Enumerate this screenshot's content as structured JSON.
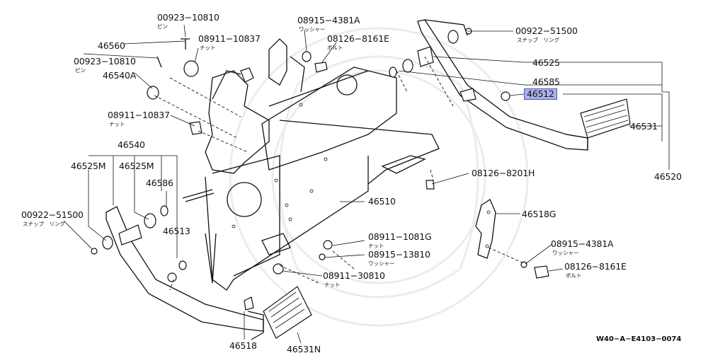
{
  "labels": {
    "pin_top": "00923−10810",
    "pin_top_sub": "ピン",
    "part_46560": "46560",
    "nut_top": "08911−10837",
    "nut_top_sub": "ナット",
    "pin_left": "00923−10810",
    "pin_left_sub": "ピン",
    "part_46540A": "46540A",
    "washer_top": "08915−4381A",
    "washer_top_sub": "ワッシャー",
    "bolt_top": "08126−8161E",
    "bolt_top_sub": "ボルト",
    "snapring_right": "00922−51500",
    "snapring_right_sub": "スナップ　リング",
    "part_46525": "46525",
    "part_46585": "46585",
    "part_46512": "46512",
    "nut_mid": "08911−10837",
    "nut_mid_sub": "ナット",
    "part_46531": "46531",
    "part_46540": "46540",
    "part_46520": "46520",
    "part_46525M_a": "46525M",
    "part_46525M_b": "46525M",
    "part_46586": "46586",
    "bolt_mid": "08126−8201H",
    "snapring_left": "00922−51500",
    "snapring_left_sub": "スナップ　リング",
    "part_46510": "46510",
    "part_46513": "46513",
    "part_46518G": "46518G",
    "nut_low": "08911−1081G",
    "nut_low_sub": "ナット",
    "washer_low": "08915−13810",
    "washer_low_sub": "ワッシャー",
    "washer_right": "08915−4381A",
    "washer_right_sub": "ワッシャー",
    "bolt_right": "08126−8161E",
    "bolt_right_sub": "ボルト",
    "nut_bottom": "08911−30810",
    "nut_bottom_sub": "ナット",
    "part_46518": "46518",
    "part_46531N": "46531N",
    "drawing_code": "W40−A−E4103−0074"
  },
  "highlight_color": "#aab2e8"
}
